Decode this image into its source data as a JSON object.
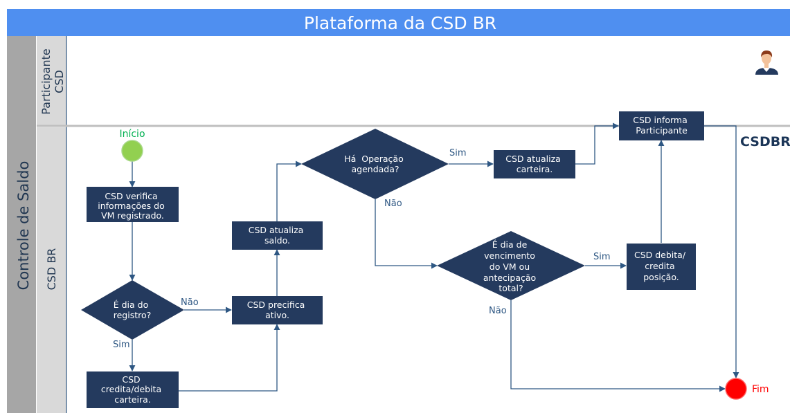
{
  "title": "Plataforma da CSD BR",
  "pool_label": "Controle de Saldo",
  "lanes": {
    "participante": [
      "Participante",
      "CSD"
    ],
    "csd": "CSD BR"
  },
  "brand_logo": "CSDBR",
  "events": {
    "start": "Início",
    "end": "Fim"
  },
  "tasks": {
    "verifica": [
      "CSD verifica",
      "informações do",
      "VM registrado."
    ],
    "credita_debita": [
      "CSD",
      "credita/debita",
      "carteira."
    ],
    "precifica": [
      "CSD precifica",
      "ativo."
    ],
    "atualiza_saldo": [
      "CSD atualiza",
      "saldo."
    ],
    "atualiza_carteira": [
      "CSD atualiza",
      "carteira."
    ],
    "informa": [
      "CSD informa",
      "Participante"
    ],
    "debita_credita": [
      "CSD debita/",
      "credita",
      "posição."
    ]
  },
  "gateways": {
    "dia_registro": [
      "É dia do",
      "registro?"
    ],
    "operacao_agendada": [
      "Há  Operação",
      "agendada?"
    ],
    "dia_vencimento": [
      "É dia de",
      "vencimento",
      "do VM ou",
      "antecipação",
      "total?"
    ]
  },
  "flow_labels": {
    "nao_1": "Não",
    "sim_1": "Sim",
    "sim_2": "Sim",
    "nao_2": "Não",
    "sim_3": "Sim",
    "nao_3": "Não"
  },
  "colors": {
    "title_bar": "#4f8ff0",
    "pool_header": "#a6a6a6",
    "lane_header": "#d9d9d9",
    "node": "#243a5e",
    "connector": "#2e5783",
    "start": "#92d050",
    "end": "#ff0000"
  }
}
